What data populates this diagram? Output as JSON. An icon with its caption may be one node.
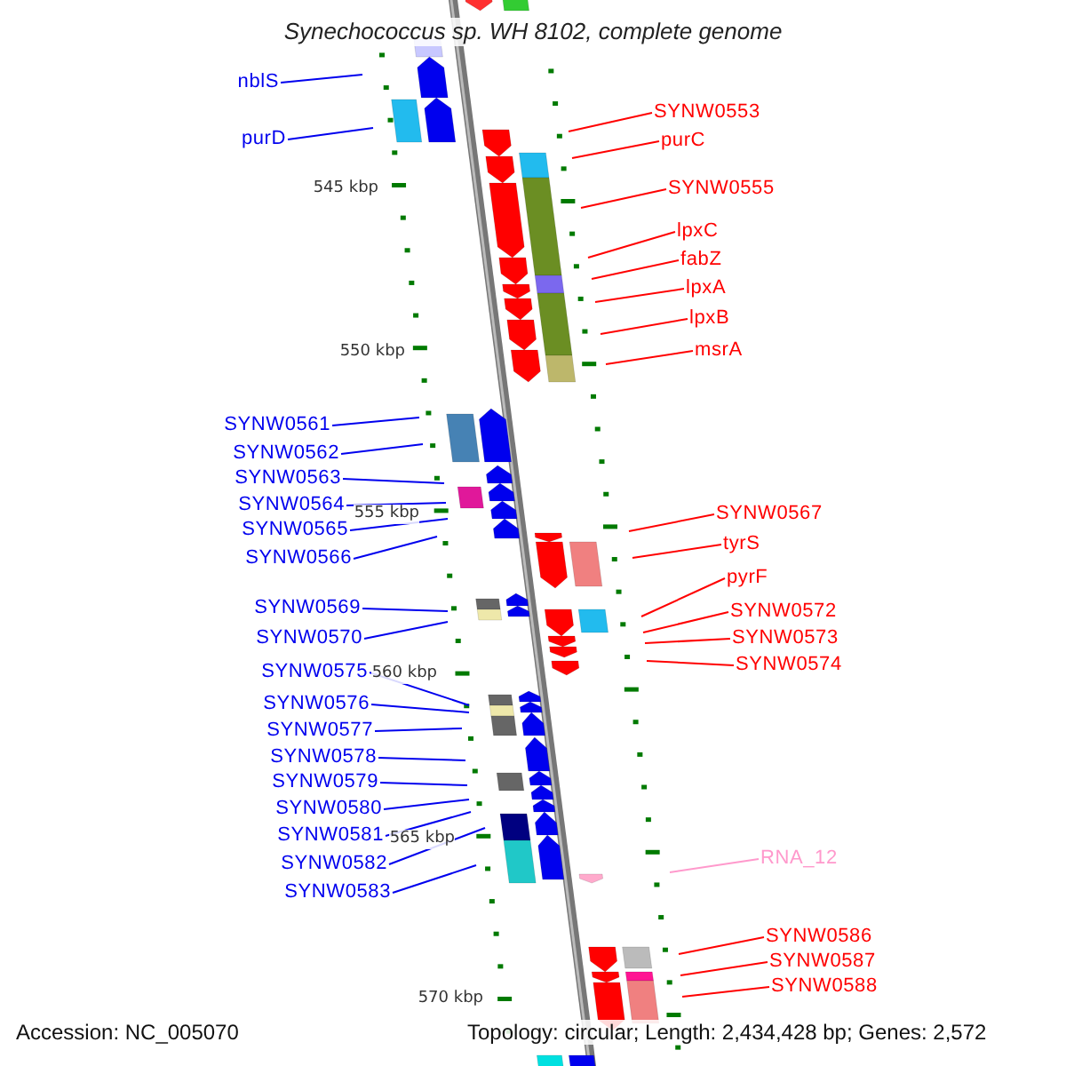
{
  "diagram": {
    "title": "Synechococcus sp. WH 8102, complete genome",
    "nodes": [
      {
        "text": [
          "nblS"
        ]
      },
      {
        "text": [
          "SYNW0553"
        ]
      },
      {
        "text": [
          "purD"
        ]
      },
      {
        "text": [
          "purC"
        ]
      },
      {
        "text": [
          "SYNW0555"
        ]
      },
      {
        "text": [
          "lpxC"
        ]
      },
      {
        "text": [
          "fabZ"
        ]
      },
      {
        "text": [
          "lpxA"
        ]
      },
      {
        "text": [
          "lpxB"
        ]
      },
      {
        "text": [
          "msrA"
        ]
      },
      {
        "text": [
          "SYNW0561"
        ]
      },
      {
        "text": [
          "SYNW0562"
        ]
      },
      {
        "text": [
          "SYNW0563"
        ]
      },
      {
        "text": [
          "SYNW0564"
        ]
      },
      {
        "text": [
          "SYNW0567"
        ]
      },
      {
        "text": [
          "SYNW0565"
        ]
      },
      {
        "text": [
          "tyrS"
        ]
      },
      {
        "text": [
          "SYNW0566"
        ]
      },
      {
        "text": [
          "pyrF"
        ]
      },
      {
        "text": [
          "SYNW0569"
        ]
      },
      {
        "text": [
          "SYNW0572"
        ]
      },
      {
        "text": [
          "SYNW0570"
        ]
      },
      {
        "text": [
          "SYNW0573"
        ]
      },
      {
        "text": [
          "SYNW0574"
        ]
      },
      {
        "text": [
          "SYNW0575"
        ]
      },
      {
        "text": [
          "SYNW0576"
        ]
      },
      {
        "text": [
          "SYNW0577"
        ]
      },
      {
        "text": [
          "SYNW0578"
        ]
      },
      {
        "text": [
          "SYNW0579"
        ]
      },
      {
        "text": [
          "SYNW0580"
        ]
      },
      {
        "text": [
          "SYNW0581"
        ]
      },
      {
        "text": [
          "RNA_12"
        ]
      },
      {
        "text": [
          "SYNW0582"
        ]
      },
      {
        "text": [
          "SYNW0583"
        ]
      },
      {
        "text": [
          "SYNW0586"
        ]
      },
      {
        "text": [
          "SYNW0587"
        ]
      },
      {
        "text": [
          "SYNW0588"
        ]
      }
    ],
    "edges": [
      {
        "from": 0,
        "to": null,
        "arrow": "none"
      },
      {
        "from": 1,
        "to": null,
        "arrow": "none",
        "color": "#ff0000"
      },
      {
        "from": 2,
        "to": null,
        "arrow": "none"
      },
      {
        "from": 3,
        "to": null,
        "arrow": "none",
        "color": "#ff0000"
      },
      {
        "from": 4,
        "to": null,
        "arrow": "none",
        "color": "#ff0000"
      },
      {
        "from": 5,
        "to": null,
        "arrow": "none",
        "color": "#ff0000"
      },
      {
        "from": 6,
        "to": null,
        "arrow": "none",
        "color": "#ff0000"
      },
      {
        "from": 7,
        "to": null,
        "arrow": "none",
        "color": "#ff0000"
      },
      {
        "from": 8,
        "to": null,
        "arrow": "none",
        "color": "#ff0000"
      },
      {
        "from": 9,
        "to": null,
        "arrow": "none",
        "color": "#ff0000"
      },
      {
        "from": 10,
        "to": null,
        "arrow": "none"
      },
      {
        "from": 11,
        "to": null,
        "arrow": "none"
      },
      {
        "from": 12,
        "to": null,
        "arrow": "none"
      },
      {
        "from": 13,
        "to": null,
        "arrow": "none"
      },
      {
        "from": 14,
        "to": null,
        "arrow": "none",
        "color": "#ff0000"
      },
      {
        "from": 15,
        "to": null,
        "arrow": "none"
      },
      {
        "from": 16,
        "to": null,
        "arrow": "none",
        "color": "#ff0000"
      },
      {
        "from": 17,
        "to": null,
        "arrow": "none"
      },
      {
        "from": 18,
        "to": null,
        "arrow": "none",
        "color": "#ff0000"
      },
      {
        "from": 19,
        "to": null,
        "arrow": "none"
      },
      {
        "from": 20,
        "to": null,
        "arrow": "none",
        "color": "#ff0000"
      },
      {
        "from": 21,
        "to": null,
        "arrow": "none"
      },
      {
        "from": 22,
        "to": null,
        "arrow": "none",
        "color": "#ff0000"
      },
      {
        "from": 23,
        "to": null,
        "arrow": "none",
        "color": "#ff0000"
      },
      {
        "from": 24,
        "to": null,
        "arrow": "none"
      },
      {
        "from": 25,
        "to": null,
        "arrow": "none"
      },
      {
        "from": 26,
        "to": null,
        "arrow": "none"
      },
      {
        "from": 27,
        "to": null,
        "arrow": "none"
      },
      {
        "from": 28,
        "to": null,
        "arrow": "none"
      },
      {
        "from": 29,
        "to": null,
        "arrow": "none"
      },
      {
        "from": 30,
        "to": null,
        "arrow": "none"
      },
      {
        "from": 31,
        "to": null,
        "arrow": "none",
        "color": "#ff99cc"
      },
      {
        "from": 32,
        "to": null,
        "arrow": "none"
      },
      {
        "from": 33,
        "to": null,
        "arrow": "none"
      },
      {
        "from": 34,
        "to": null,
        "arrow": "none",
        "color": "#ff0000"
      },
      {
        "from": 35,
        "to": null,
        "arrow": "none",
        "color": "#ff0000"
      },
      {
        "from": 36,
        "to": null,
        "arrow": "none",
        "color": "#ff0000"
      }
    ],
    "labels": [
      "545 kbp",
      "550 kbp",
      "555 kbp",
      "560 kbp",
      "565 kbp",
      "570 kbp",
      "Accession: NC_005070",
      "Topology: circular; Length: 2,434,428 bp; Genes: 2,572"
    ]
  }
}
